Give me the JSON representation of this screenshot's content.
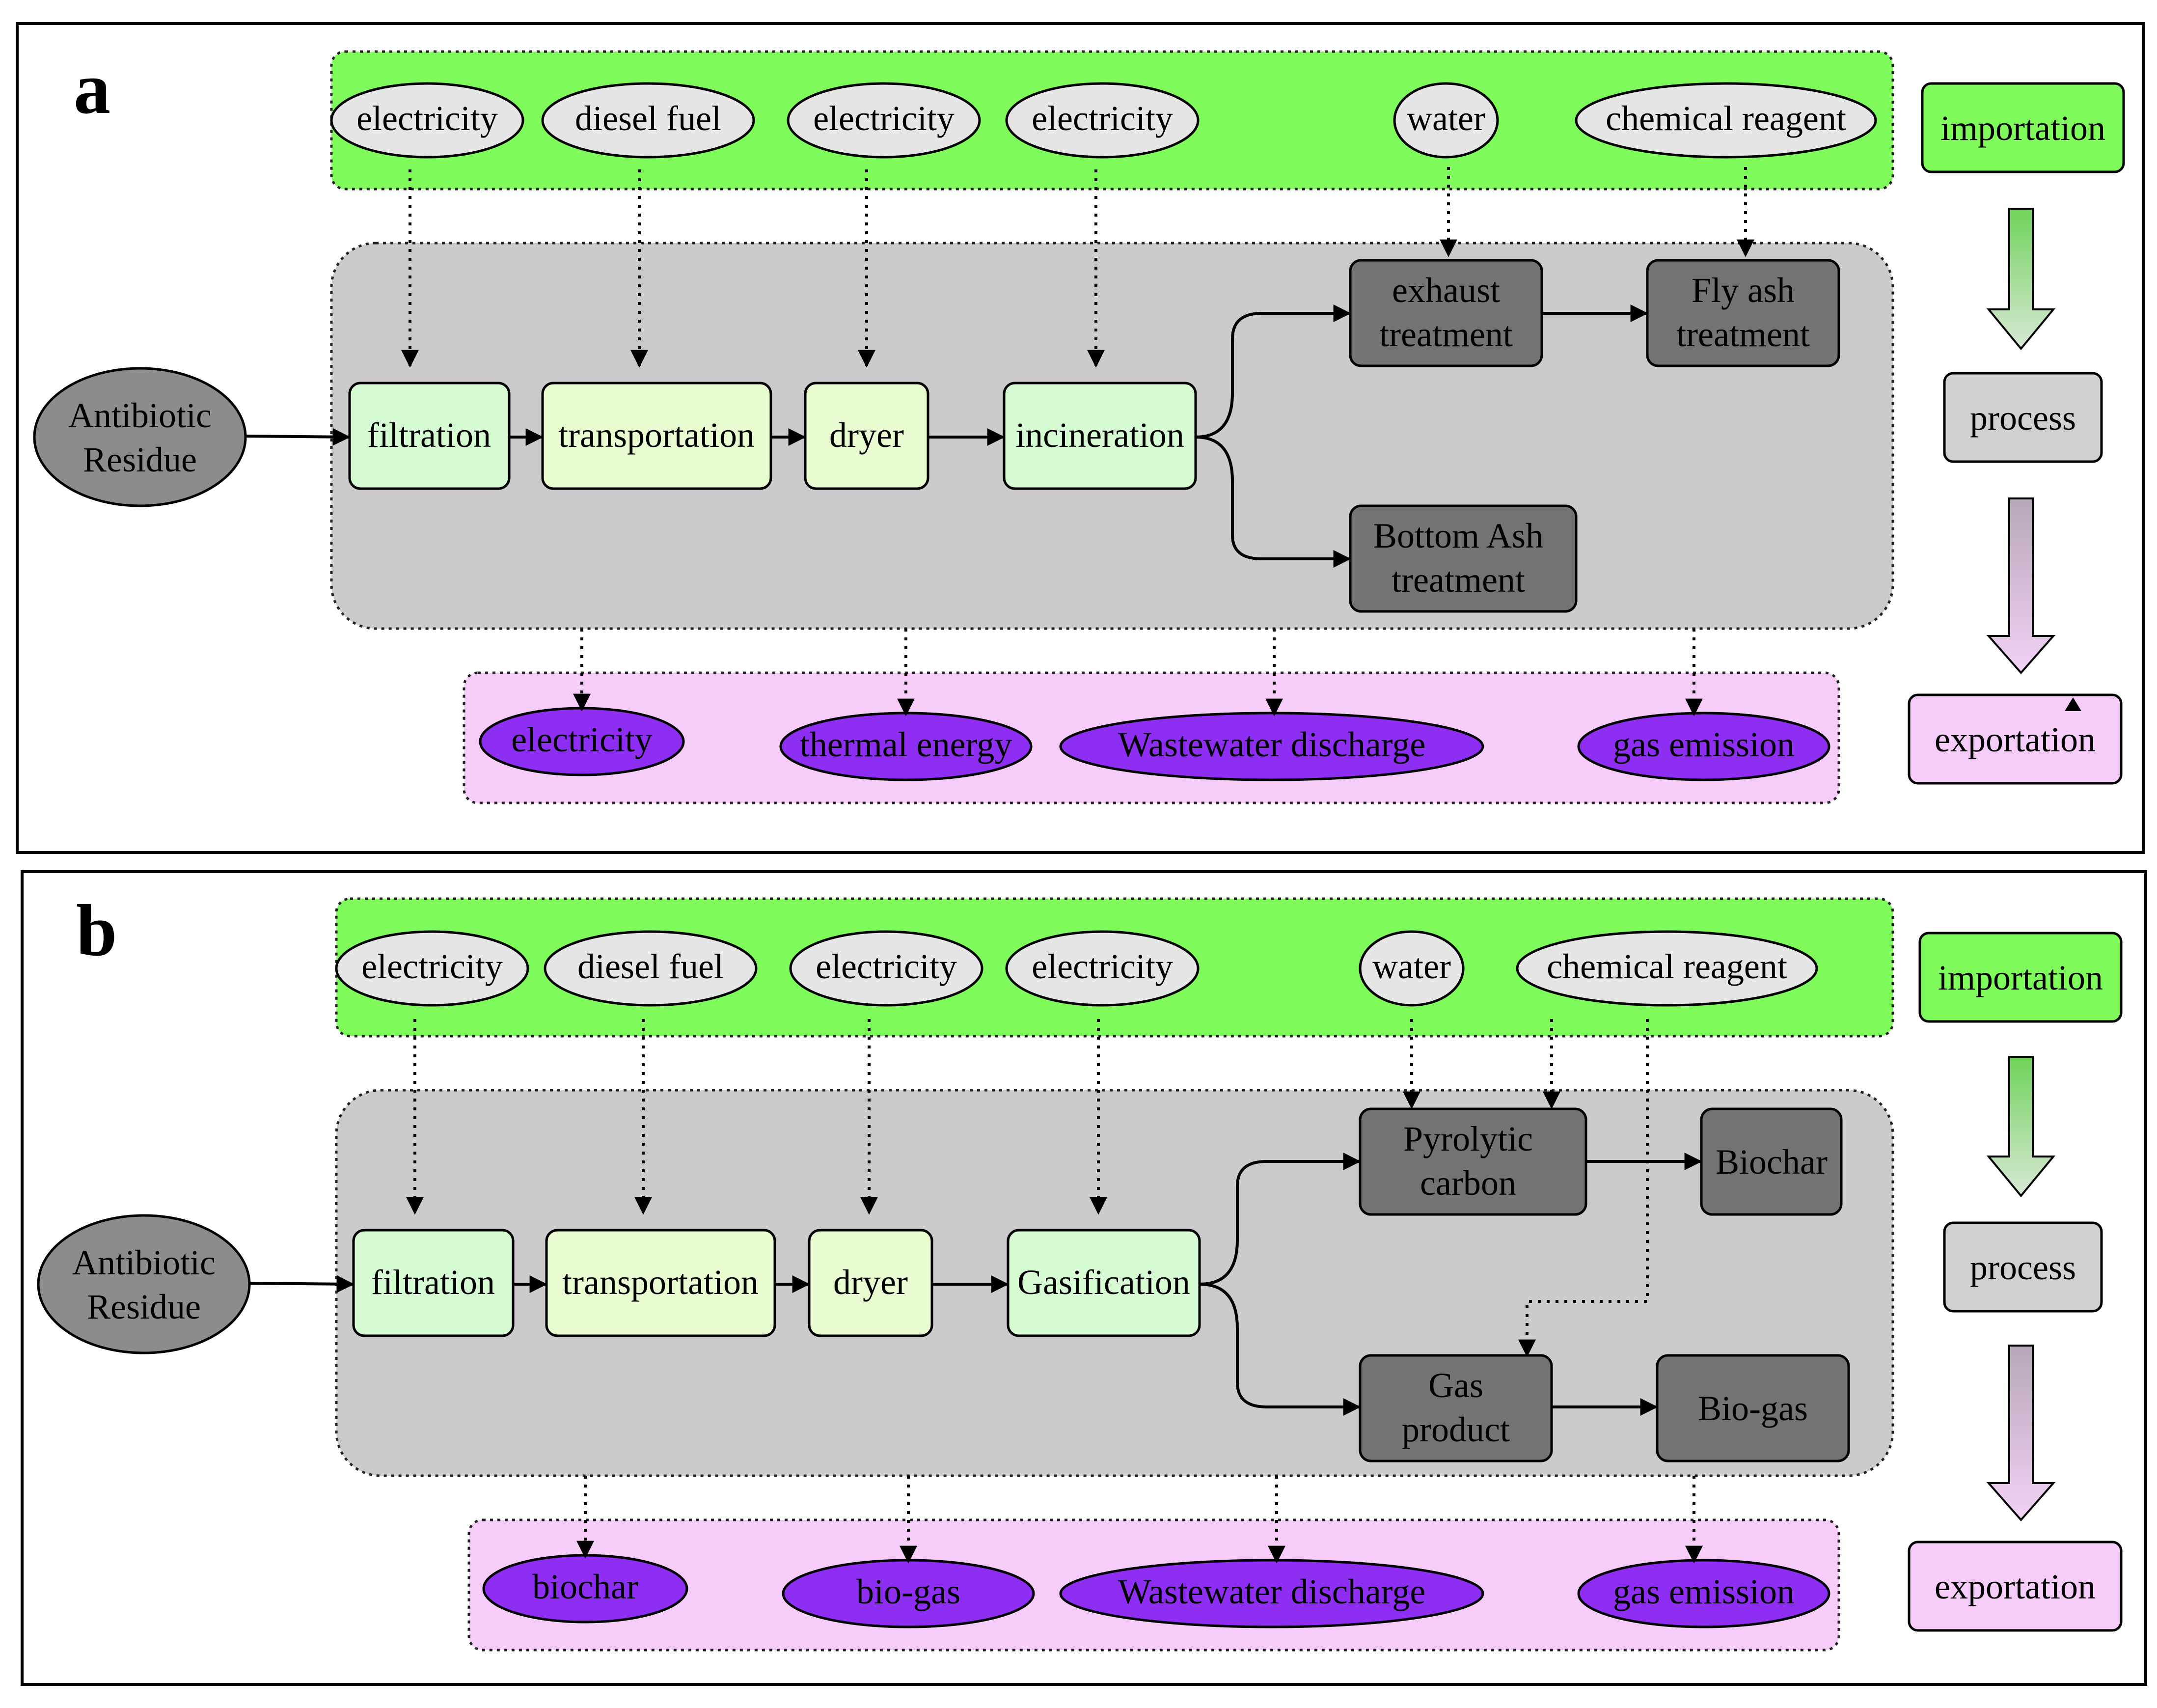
{
  "panels": [
    {
      "letter": "a",
      "input_label": "Antibiotic Residue",
      "inputs": [
        "electricity",
        "diesel fuel",
        "electricity",
        "electricity",
        "water",
        "chemical reagent"
      ],
      "steps": [
        "filtration",
        "transportation",
        "dryer",
        "incineration"
      ],
      "top_products": [
        "exhaust treatment",
        "Fly ash treatment"
      ],
      "bottom_products": [
        "Bottom Ash treatment"
      ],
      "outputs": [
        "electricity",
        "thermal energy",
        "Wastewater discharge",
        "gas emission"
      ]
    },
    {
      "letter": "b",
      "input_label": "Antibiotic Residue",
      "inputs": [
        "electricity",
        "diesel fuel",
        "electricity",
        "electricity",
        "water",
        "chemical reagent"
      ],
      "steps": [
        "filtration",
        "transportation",
        "dryer",
        "Gasification"
      ],
      "top_products": [
        "Pyrolytic carbon",
        "Biochar"
      ],
      "bottom_products": [
        "Gas product",
        "Bio-gas"
      ],
      "outputs": [
        "biochar",
        "bio-gas",
        "Wastewater discharge",
        "gas emission"
      ]
    }
  ],
  "legend": {
    "importation": "importation",
    "process": "process",
    "exportation": "exportation"
  },
  "colors": {
    "import_band": "#7ffc5c",
    "process_band": "#cbcbcb",
    "export_band": "#f6cdf9",
    "import_ellipse": "#e6e6e6",
    "filtration_box": "#d6fbd3",
    "step_box": "#e9fcd1",
    "product_box": "#737373",
    "output_ellipse": "#8d2ef2"
  }
}
